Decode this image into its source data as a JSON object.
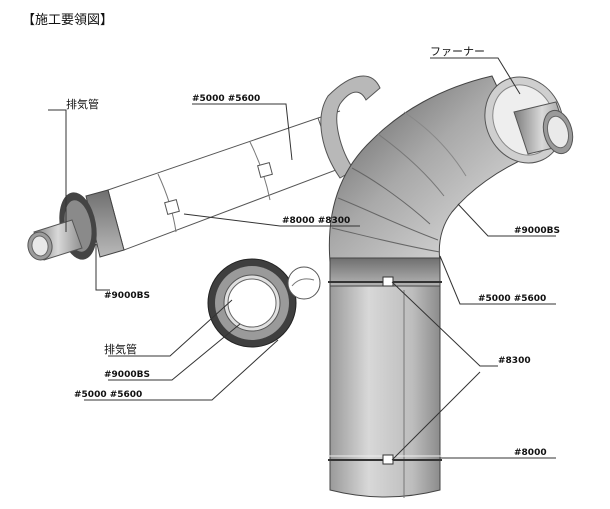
{
  "title": "【施工要領図】",
  "labels": {
    "exhaust_pipe_top": "排気管",
    "exhaust_pipe_mid": "排気管",
    "facer": "ファーナー",
    "bs9000_left": "#9000BS",
    "bs9000_mid": "#9000BS",
    "bs9000_right": "#9000BS",
    "n5000_5600_top": "#5000  #5600",
    "n5000_5600_mid": "#5000  #5600",
    "n5000_5600_right": "#5000  #5600",
    "n8000_8300": "#8000  #8300",
    "n8300": "#8300",
    "n8000": "#8000"
  }
}
